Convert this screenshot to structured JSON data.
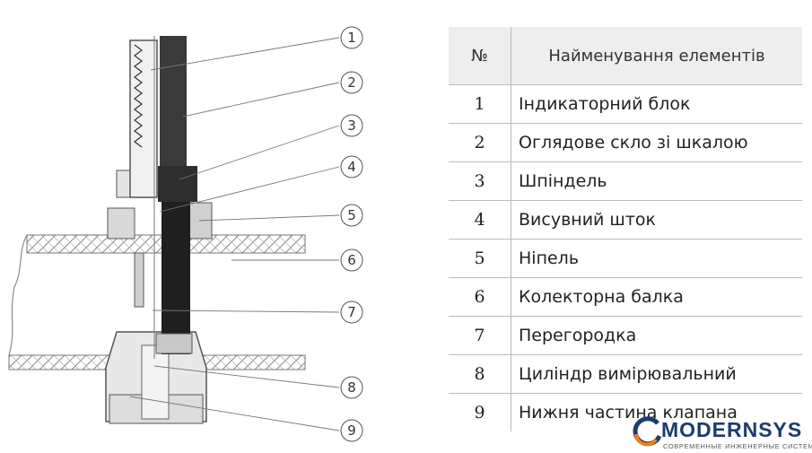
{
  "table": {
    "header_num": "№",
    "header_name": "Найменування елементів",
    "rows": [
      {
        "num": "1",
        "name": "Індикаторний блок"
      },
      {
        "num": "2",
        "name": "Оглядове скло зі шкалою"
      },
      {
        "num": "3",
        "name": "Шпіндель"
      },
      {
        "num": "4",
        "name": "Висувний шток"
      },
      {
        "num": "5",
        "name": "Ніпель"
      },
      {
        "num": "6",
        "name": "Колекторна балка"
      },
      {
        "num": "7",
        "name": "Перегородка"
      },
      {
        "num": "8",
        "name": "Циліндр вимірювальний"
      },
      {
        "num": "9",
        "name": "Нижня частина клапана"
      }
    ]
  },
  "diagram": {
    "callouts": [
      "1",
      "2",
      "3",
      "4",
      "5",
      "6",
      "7",
      "8",
      "9"
    ]
  },
  "logo": {
    "brand": "MODERNSYS",
    "tagline": "СОВРЕМЕННЫЕ ИНЖЕНЕРНЫЕ СИСТЕМЫ",
    "colors": {
      "orange": "#f07e1b",
      "blue": "#1b3c6e"
    }
  }
}
